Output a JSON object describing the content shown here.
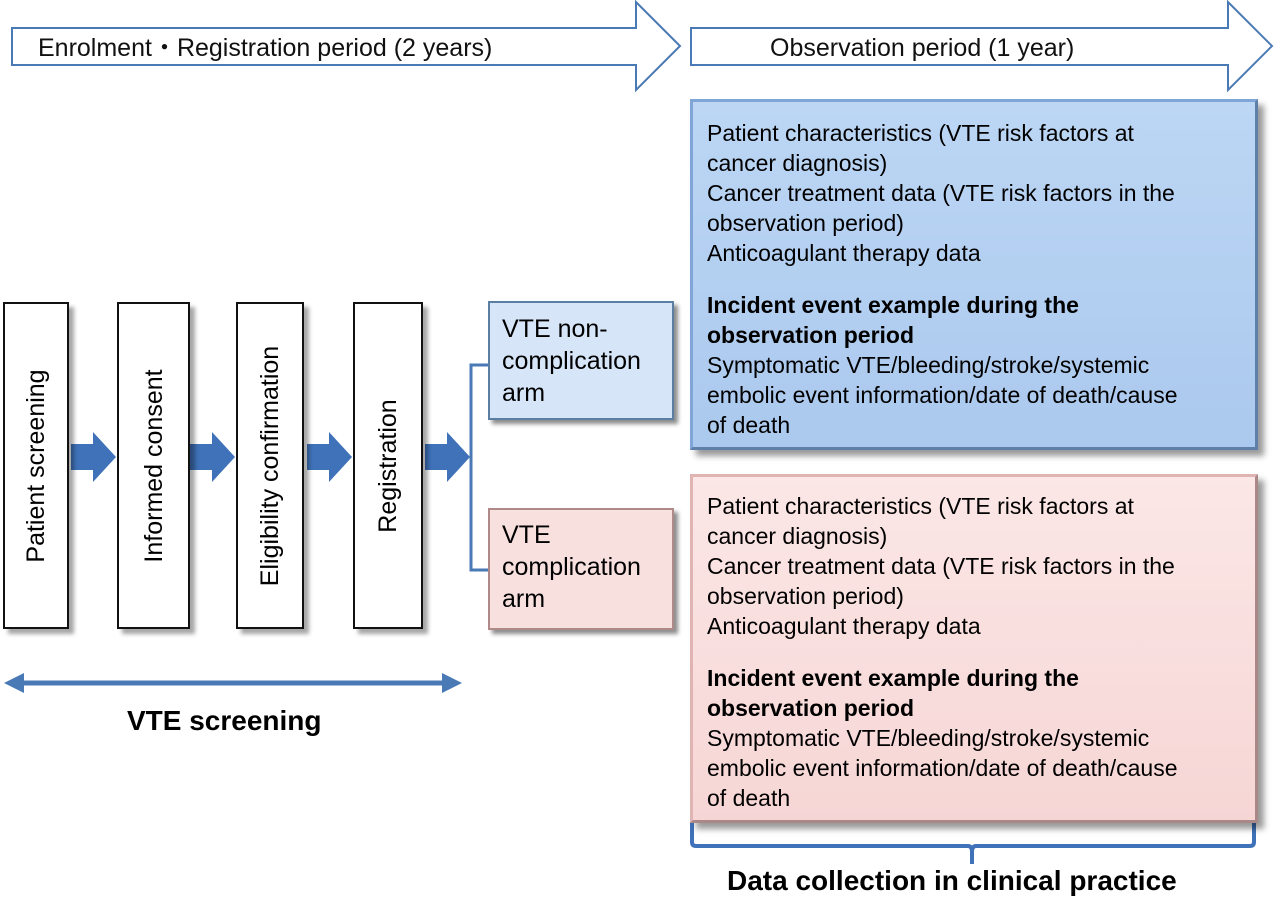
{
  "periods": {
    "enrolment": "Enrolment・Registration period (2 years)",
    "observation": "Observation period (1 year)"
  },
  "steps": [
    "Patient screening",
    "Informed consent",
    "Eligibility confirmation",
    "Registration"
  ],
  "arms": {
    "non_complication": [
      "VTE non-",
      "complication",
      "arm"
    ],
    "complication": [
      "VTE",
      "complication",
      "arm"
    ]
  },
  "data_box": {
    "line1": "Patient characteristics (VTE risk factors at",
    "line2": "cancer diagnosis)",
    "line3": "Cancer treatment data (VTE risk factors in the",
    "line4": "observation period)",
    "line5": "Anticoagulant therapy data",
    "heading1": "Incident event example during the",
    "heading2": "observation period",
    "line6": "Symptomatic VTE/bleeding/stroke/systemic",
    "line7": "embolic event information/date of death/cause",
    "line8": "of death"
  },
  "vte_screening_label": "VTE screening",
  "data_collection_label": "Data collection in clinical practice",
  "colors": {
    "arrow_fill": "#3f72b9",
    "outline_blue": "#4a7ab5",
    "blue_box": "#b5d0f1",
    "pink_box": "#f8dedd"
  }
}
